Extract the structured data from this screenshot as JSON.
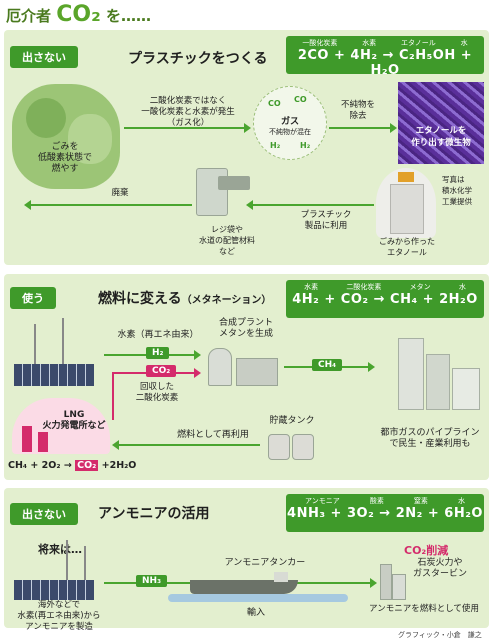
{
  "title": {
    "prefix": "厄介者",
    "co2": "CO₂",
    "suffix": "を……"
  },
  "panel1": {
    "tag": "出さない",
    "heading": "プラスチックをつくる",
    "equation": {
      "labels": [
        "一酸化炭素",
        "水素",
        "エタノール",
        "水"
      ],
      "text": "2CO + 4H₂ → C₂H₅OH + H₂O"
    },
    "trash_label": "ごみを\n低酸素状態で\n燃やす",
    "gasify_label": "二酸化炭素ではなく\n一酸化炭素と水素が発生\n（ガス化）",
    "gas_label": "ガス",
    "gas_sub": "不純物が混在",
    "impurity_label": "不純物を\n除去",
    "microbe_label": "エタノールを\n作り出す微生物",
    "photo_credit": "写真は\n積水化学\n工業提供",
    "ethanol_label": "ごみから作った\nエタノール",
    "plastic_label": "プラスチック\n製品に利用",
    "products_label": "レジ袋や\n水道の配管材料\nなど",
    "disposal_label": "廃棄"
  },
  "panel2": {
    "tag": "使う",
    "heading": "燃料に変える",
    "heading_sub": "（メタネーション）",
    "equation": {
      "labels": [
        "水素",
        "二酸化炭素",
        "メタン",
        "水"
      ],
      "text": "4H₂ + CO₂ → CH₄ + 2H₂O"
    },
    "hydrogen_label": "水素（再エネ由来）",
    "h2_pill": "H₂",
    "co2_pill": "CO₂",
    "recovered_label": "回収した\n二酸化炭素",
    "plant_label": "合成プラント\nメタンを生成",
    "ch4_pill": "CH₄",
    "lng_label": "LNG\n火力発電所など",
    "storage_label": "貯蔵タンク",
    "reuse_label": "燃料として再利用",
    "city_label": "都市ガスのパイプライン\nで民生・産業利用も",
    "combustion": {
      "pre": "CH₄ + 2O₂ → ",
      "co2": "CO₂",
      "post": " +2H₂O"
    }
  },
  "panel3": {
    "tag": "出さない",
    "heading": "アンモニアの活用",
    "equation": {
      "labels": [
        "アンモニア",
        "酸素",
        "窒素",
        "水"
      ],
      "text": "4NH₃ + 3O₂ → 2N₂ + 6H₂O"
    },
    "future_label": "将来は…",
    "tanker_label": "アンモニアタンカー",
    "nh3_pill": "NH₃",
    "import_label": "輸入",
    "overseas_label": "海外などで\n水素(再エネ由来)から\nアンモニアを製造",
    "reduction_label": "CO₂削減",
    "coal_label": "石炭火力や\nガスタービン",
    "use_label": "アンモニアを燃料として使用"
  },
  "credit": "グラフィック・小倉　謙之",
  "colors": {
    "green": "#3f9a2a",
    "panel": "#e3efcf",
    "pink": "#d42b6b",
    "purple": "#6a3fb0"
  }
}
